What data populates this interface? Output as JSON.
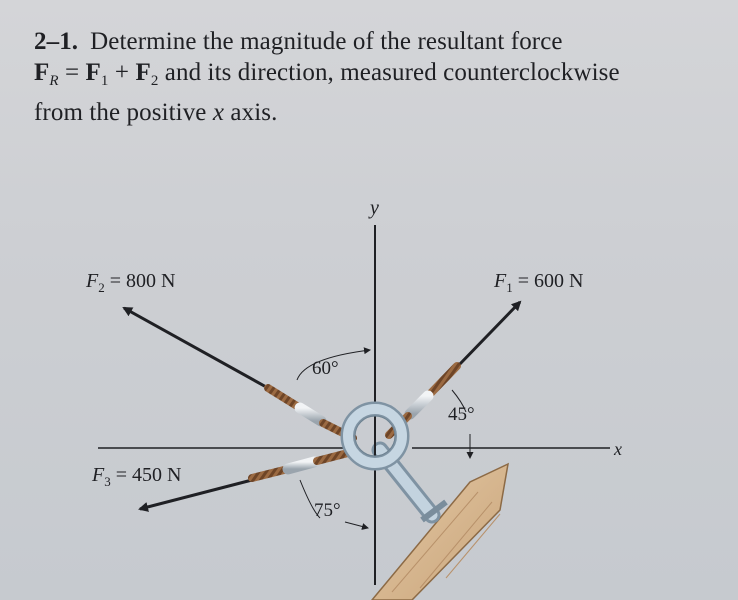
{
  "problem": {
    "number": "2–1.",
    "line1": "Determine the magnitude of the resultant force",
    "fr_symbol": "F",
    "fr_sub": "R",
    "eq": " = ",
    "f1_symbol": "F",
    "f1_sub": "1",
    "plus": " + ",
    "f2_symbol": "F",
    "f2_sub": "2",
    "line2_rest": " and its direction, measured counterclockwise",
    "line3_text": "from the positive ",
    "line3_var": "x",
    "line3_end": " axis."
  },
  "figure": {
    "axes": {
      "y_label": "y",
      "x_label": "x"
    },
    "forces": {
      "f1": {
        "symbol": "F",
        "sub": "1",
        "value": " = 600 N"
      },
      "f2": {
        "symbol": "F",
        "sub": "2",
        "value": " = 800 N"
      },
      "f3": {
        "symbol": "F",
        "sub": "3",
        "value": " = 450 N"
      }
    },
    "angles": {
      "a60": "60°",
      "a45": "45°",
      "a75": "75°"
    }
  },
  "colors": {
    "ink": "#1f2024",
    "rope": "#8a5a36",
    "ring": "#b8cad8",
    "wood": "#d9bd98"
  }
}
